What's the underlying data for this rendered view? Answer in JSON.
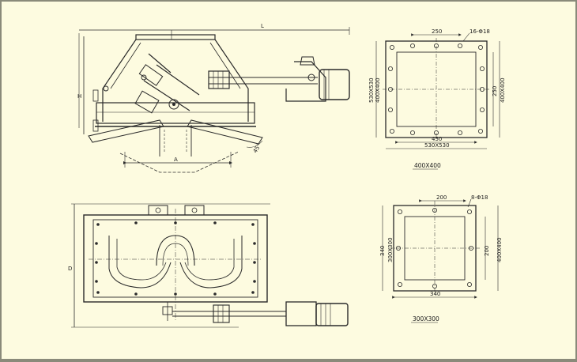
{
  "side_view": {
    "dim_overall_length": "L",
    "dim_height": "H",
    "dim_opening": "A",
    "dim_angle": "45°"
  },
  "plan_view": {
    "dim_depth": "D"
  },
  "flange_400": {
    "dim_hole_pitch": "250",
    "dim_holes_note": "16-Φ18",
    "dim_inner_vertical": "400X400",
    "dim_outer_vertical": "530X530",
    "dim_right_inner": "250",
    "dim_right_outer": "400X400",
    "dim_inner_horizontal": "450",
    "dim_outer_horizontal": "530X530",
    "caption": "400X400"
  },
  "flange_300": {
    "dim_hole_pitch": "200",
    "dim_holes_note": "8-Φ18",
    "dim_left_outer": "340",
    "dim_left_inner": "300X300",
    "dim_right_inner": "200",
    "dim_right_outer": "400X400",
    "dim_bottom": "340",
    "caption": "300X300"
  }
}
